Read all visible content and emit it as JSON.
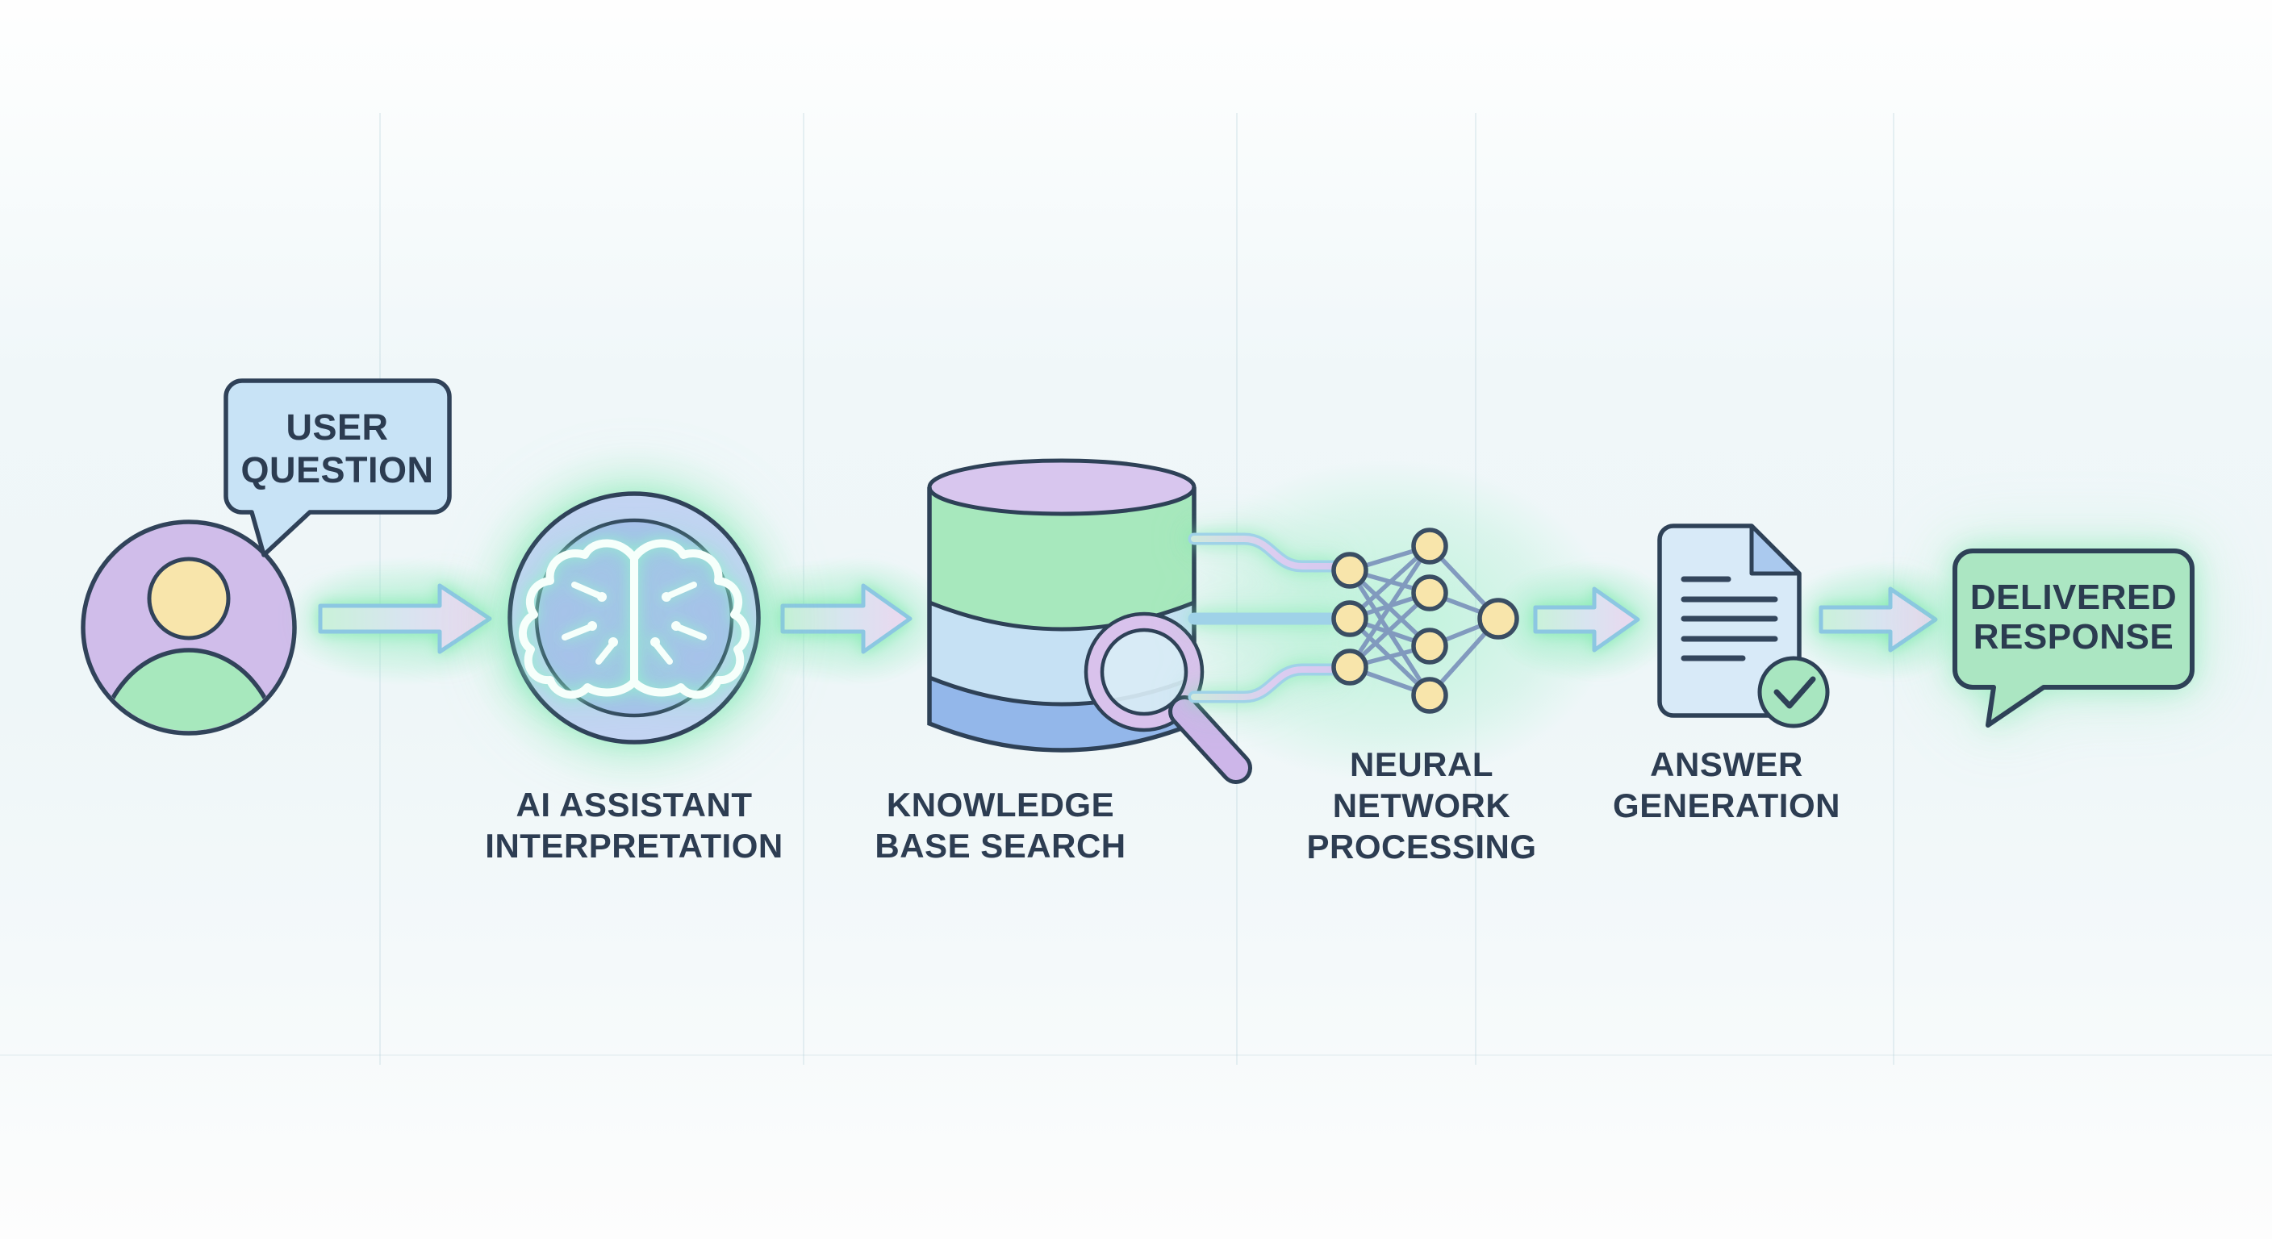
{
  "steps": [
    {
      "id": "user-question",
      "icon": "user-avatar-icon",
      "label": "USER\nQUESTION",
      "shape": "speech-bubble",
      "fill": "#c8e3f6"
    },
    {
      "id": "ai-assistant-interpretation",
      "icon": "brain-circuit-icon",
      "label": "AI ASSISTANT\nINTERPRETATION",
      "shape": "circle-emblem",
      "fill": "#abbfee"
    },
    {
      "id": "knowledge-base-search",
      "icon": "database-magnifier-icon",
      "label": "KNOWLEDGE\nBASE SEARCH",
      "shape": "database-cylinder",
      "layers": 3
    },
    {
      "id": "neural-network-processing",
      "icon": "neural-network-icon",
      "label": "NEURAL\nNETWORK\nPROCESSING",
      "topology": {
        "input_nodes": 3,
        "hidden_nodes": 4,
        "output_nodes": 1
      }
    },
    {
      "id": "answer-generation",
      "icon": "document-check-icon",
      "label": "ANSWER\nGENERATION",
      "document_lines": 5
    },
    {
      "id": "delivered-response",
      "icon": "speech-bubble-icon",
      "label": "DELIVERED\nRESPONSE",
      "shape": "speech-bubble",
      "fill": "#abe6c2"
    }
  ],
  "connections": [
    {
      "from": "user-question",
      "to": "ai-assistant-interpretation",
      "type": "arrow"
    },
    {
      "from": "ai-assistant-interpretation",
      "to": "knowledge-base-search",
      "type": "arrow"
    },
    {
      "from": "knowledge-base-search",
      "to": "neural-network-processing",
      "type": "circuit-wires",
      "count": 3
    },
    {
      "from": "neural-network-processing",
      "to": "answer-generation",
      "type": "arrow"
    },
    {
      "from": "answer-generation",
      "to": "delivered-response",
      "type": "arrow"
    }
  ],
  "palette": {
    "outline_navy": "#2e4157",
    "text_dark": "#2d3d52",
    "mint_green": "#a7e8bd",
    "lavender": "#d8c6ee",
    "periwinkle": "#abbfee",
    "light_blue": "#c6e1f4",
    "steel_blue": "#93b7ea",
    "cream_node": "#f8e5ab",
    "glow_green": "#7de9b4",
    "arrow_casing_blue": "#8cc7e2",
    "edge_slate": "#7e96bd"
  }
}
